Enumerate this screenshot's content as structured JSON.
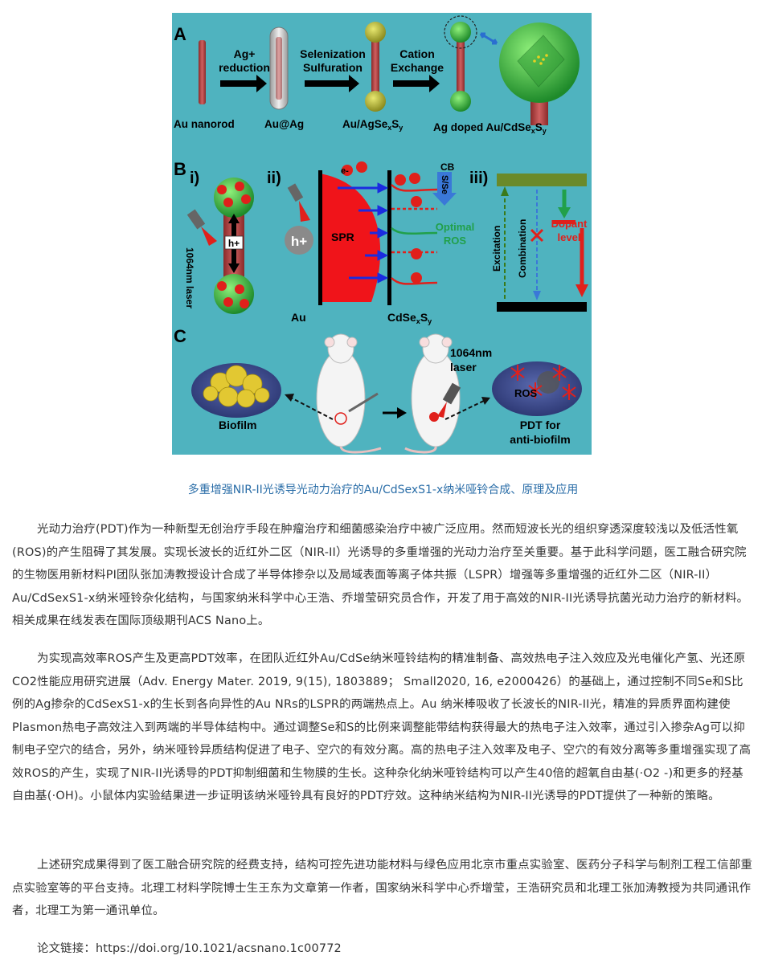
{
  "figure": {
    "panel_a": {
      "letter": "A",
      "step1": [
        "Ag+",
        "reduction"
      ],
      "step2": [
        "Selenization",
        "Sulfuration"
      ],
      "step3": [
        "Cation",
        "Exchange"
      ],
      "label_nanorod": "Au nanorod",
      "label_auag": "Au@Ag",
      "label_auagses": "Au/AgSe",
      "label_doped": "Ag doped Au/CdSe"
    },
    "panel_b": {
      "letter": "B",
      "i": "i)",
      "ii": "ii)",
      "iii": "iii)",
      "laser": "1064nm laser",
      "hplus": "h+",
      "electron": "e-",
      "spr": "SPR",
      "au": "Au",
      "cdses": "CdSe",
      "cb": "CB",
      "sse": "S/Se",
      "optimal_ros": [
        "Optimal",
        "ROS"
      ],
      "excitation": "Excitation",
      "combination": "Combination",
      "dopant": [
        "Dopant",
        "level"
      ]
    },
    "panel_c": {
      "letter": "C",
      "biofilm": "Biofilm",
      "laser": [
        "1064nm",
        "laser"
      ],
      "ros": "ROS",
      "pdt": [
        "PDT for",
        "anti-biofilm"
      ]
    },
    "colors": {
      "background": "#4fb3bf",
      "electron_red": "#e0201b",
      "arrow_blue": "#1b2be0",
      "optimal_green": "#21a04a",
      "caption_blue": "#2b6ea8"
    }
  },
  "caption": "多重增强NIR-II光诱导光动力治疗的Au/CdSexS1-x纳米哑铃合成、原理及应用",
  "paragraphs": [
    "光动力治疗(PDT)作为一种新型无创治疗手段在肿瘤治疗和细菌感染治疗中被广泛应用。然而短波长光的组织穿透深度较浅以及低活性氧(ROS)的产生阻碍了其发展。实现长波长的近红外二区（NIR-II）光诱导的多重增强的光动力治疗至关重要。基于此科学问题，医工融合研究院的生物医用新材料PI团队张加涛教授设计合成了半导体掺杂以及局域表面等离子体共振（LSPR）增强等多重增强的近红外二区（NIR-II）Au/CdSexS1-x纳米哑铃杂化结构，与国家纳米科学中心王浩、乔增莹研究员合作，开发了用于高效的NIR-II光诱导抗菌光动力治疗的新材料。相关成果在线发表在国际顶级期刊ACS Nano上。",
    "为实现高效率ROS产生及更高PDT效率，在团队近红外Au/CdSe纳米哑铃结构的精准制备、高效热电子注入效应及光电催化产氢、光还原CO2性能应用研究进展（Adv. Energy Mater. 2019, 9(15), 1803889； Small2020, 16, e2000426）的基础上，通过控制不同Se和S比例的Ag掺杂的CdSexS1-x的生长到各向异性的Au NRs的LSPR的两端热点上。Au 纳米棒吸收了长波长的NIR-II光，精准的异质界面构建使Plasmon热电子高效注入到两端的半导体结构中。通过调整Se和S的比例来调整能带结构获得最大的热电子注入效率，通过引入掺杂Ag可以抑制电子空穴的结合，另外，纳米哑铃异质结构促进了电子、空穴的有效分离。高的热电子注入效率及电子、空穴的有效分离等多重增强实现了高效ROS的产生，实现了NIR-II光诱导的PDT抑制细菌和生物膜的生长。这种杂化纳米哑铃结构可以产生40倍的超氧自由基(·O2 -)和更多的羟基自由基(·OH)。小鼠体内实验结果进一步证明该纳米哑铃具有良好的PDT疗效。这种纳米结构为NIR-II光诱导的PDT提供了一种新的策略。",
    "上述研究成果得到了医工融合研究院的经费支持，结构可控先进功能材料与绿色应用北京市重点实验室、医药分子科学与制剂工程工信部重点实验室等的平台支持。北理工材料学院博士生王东为文章第一作者，国家纳米科学中心乔增莹，王浩研究员和北理工张加涛教授为共同通讯作者，北理工为第一通讯单位。",
    "论文链接：https://doi.org/10.1021/acsnano.1c00772"
  ]
}
